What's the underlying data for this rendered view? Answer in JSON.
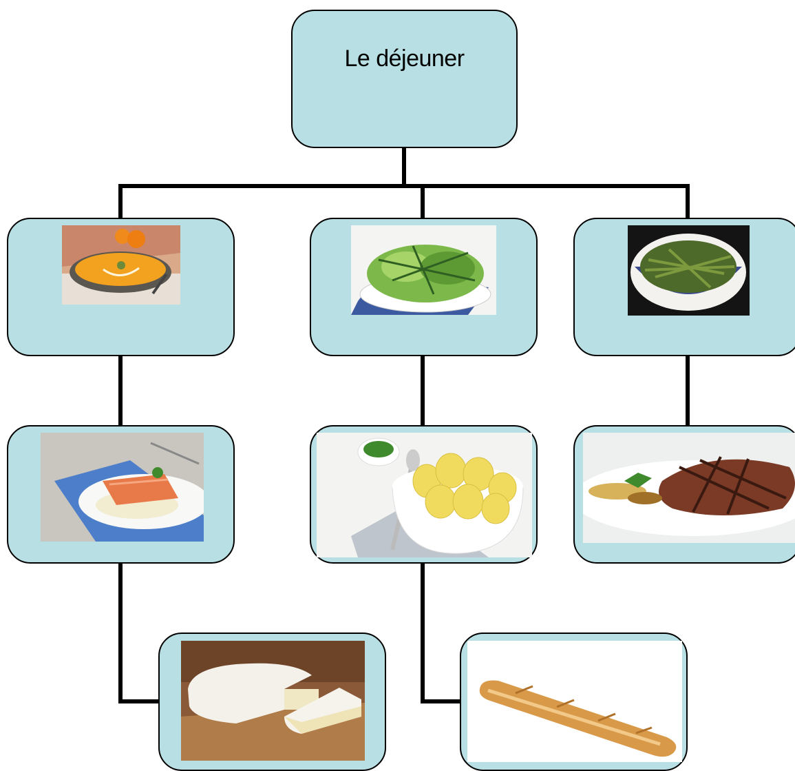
{
  "diagram": {
    "root": {
      "title": "Le déjeuner"
    },
    "items": [
      {
        "id": "soup",
        "icon": "pumpkin-soup-icon"
      },
      {
        "id": "salad",
        "icon": "green-salad-icon"
      },
      {
        "id": "beans",
        "icon": "green-beans-icon"
      },
      {
        "id": "salmon",
        "icon": "salmon-fillet-icon"
      },
      {
        "id": "potatoes",
        "icon": "boiled-potatoes-icon"
      },
      {
        "id": "steak",
        "icon": "grilled-steak-icon"
      },
      {
        "id": "cheese",
        "icon": "camembert-cheese-icon"
      },
      {
        "id": "bread",
        "icon": "baguette-icon"
      }
    ]
  },
  "colors": {
    "box_fill": "#b8dfe3",
    "outline": "#000000",
    "background": "#ffffff"
  }
}
